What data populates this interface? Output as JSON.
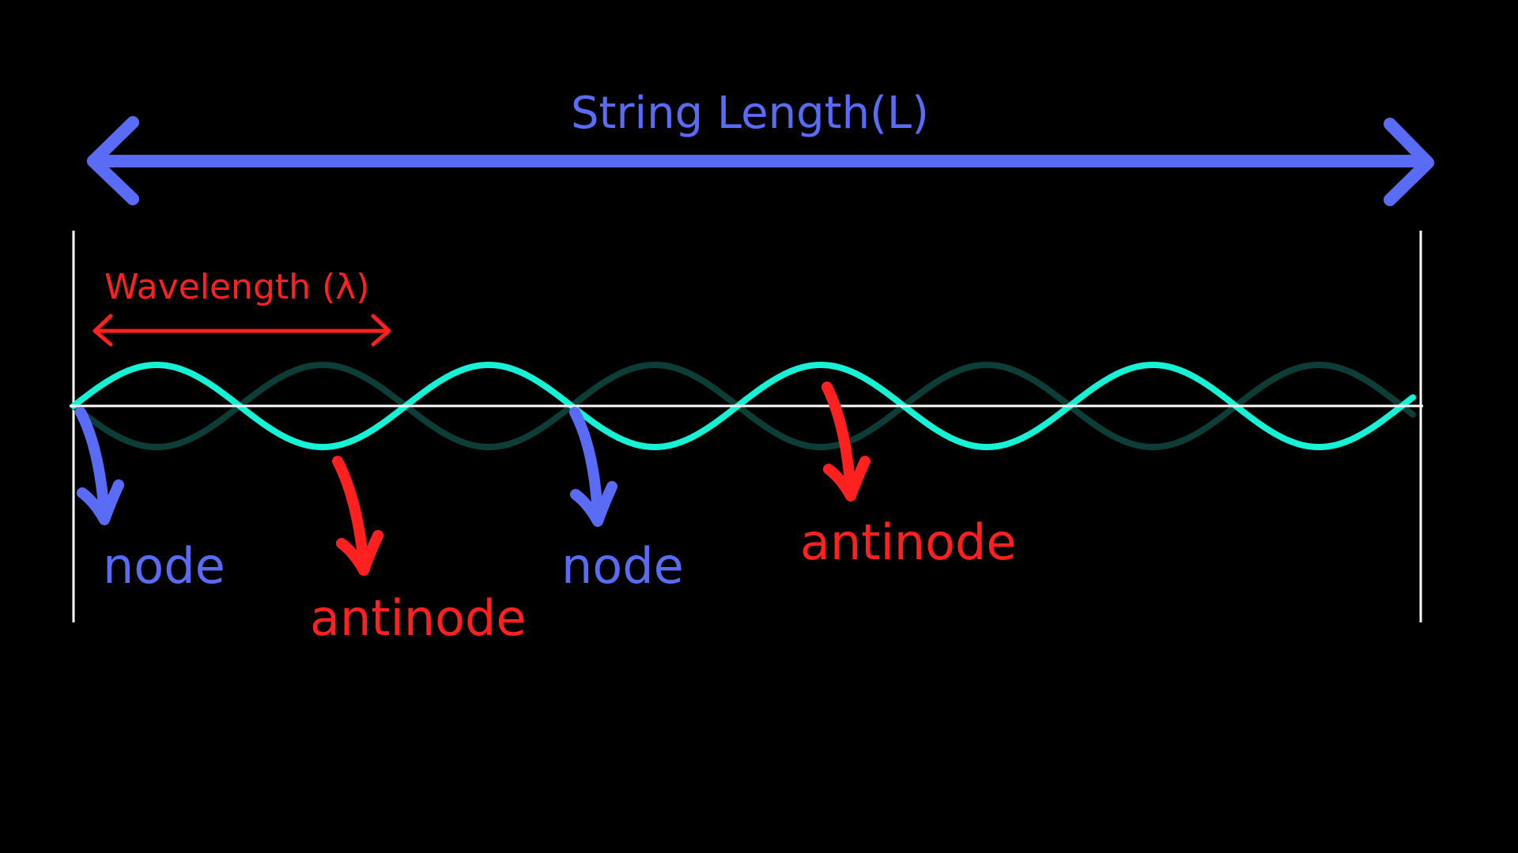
{
  "colors": {
    "background": "#000000",
    "string_length": "#5a6cf5",
    "wavelength": "#ff2020",
    "wave_bright": "#16f2d5",
    "wave_dark": "#0c3d36",
    "axis": "#ffffff"
  },
  "labels": {
    "string_length": "String Length(L)",
    "wavelength": "Wavelength (λ)",
    "node_1": "node",
    "node_2": "node",
    "antinode_1": "antinode",
    "antinode_2": "antinode"
  }
}
